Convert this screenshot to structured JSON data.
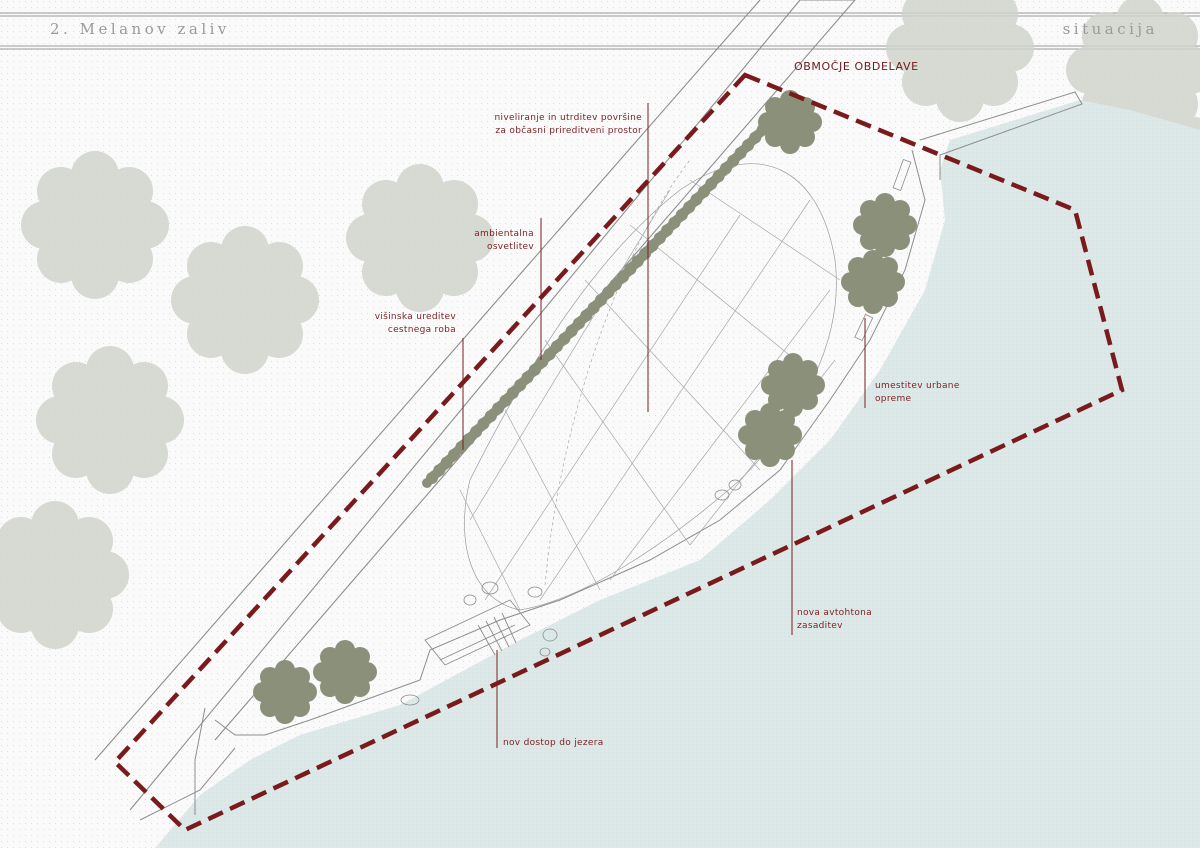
{
  "header": {
    "title": "2. Melanov zaliv",
    "sheet": "situacija"
  },
  "area_label": "OBMOČJE OBDELAVE",
  "annotations": {
    "leveling": [
      "niveliranje in utrditev površine",
      "za občasni prireditveni prostor"
    ],
    "lighting": [
      "ambientalna",
      "osvetlitev"
    ],
    "road_edge": [
      "višinska ureditev",
      "cestnega roba"
    ],
    "furniture": [
      "umestitev urbane",
      "opreme"
    ],
    "planting": [
      "nova avtohtona",
      "zasaditev"
    ],
    "lake_access": [
      "nov dostop do jezera"
    ]
  },
  "colors": {
    "accent": "#7a1f22",
    "water": "#dde8e8",
    "tree_shadow": "#cfd4cc",
    "tree_planted": "#8a907a",
    "line": "#8d8d8d"
  }
}
